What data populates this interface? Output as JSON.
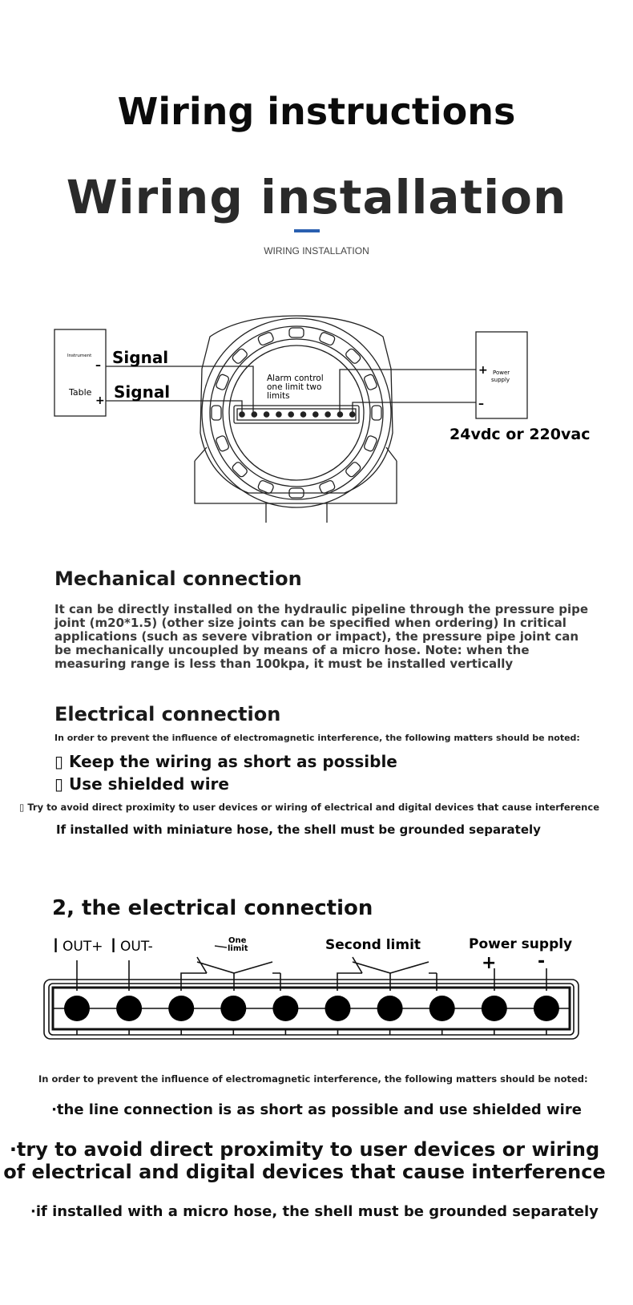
{
  "header": {
    "title": "Wiring instructions",
    "heading": "Wiring installation",
    "subheading": "WIRING INSTALLATION"
  },
  "diagram1": {
    "instrument": "Instrument",
    "table": "Table",
    "minus": "–",
    "plus": "+",
    "signal_top": "Signal",
    "signal_bottom": "Signal",
    "alarm_line1": "Alarm control",
    "alarm_line2": "one limit two",
    "alarm_line3": "limits",
    "power_line1": "Power",
    "power_line2": "supply",
    "power_plus": "+",
    "power_minus": "–",
    "voltage": "24vdc or 220vac"
  },
  "mechanical": {
    "heading": "Mechanical connection",
    "body_lines": [
      "It can be directly installed on the hydraulic pipeline through the pressure pipe",
      "joint (m20*1.5) (other size joints can be specified when ordering) In critical",
      "applications (such as severe vibration or impact), the pressure pipe joint can",
      "be mechanically uncoupled by means of a micro hose. Note: when the",
      "measuring range is less than 100kpa, it must be installed vertically"
    ]
  },
  "electrical": {
    "heading": "Electrical connection",
    "intro": "In order to prevent the influence of electromagnetic interference, the following matters should be noted:",
    "item1": "▯ Keep the wiring as short as possible",
    "item2": "▯ Use shielded wire",
    "item3": "▯ Try to avoid direct proximity to user devices or wiring of electrical and digital devices that cause interference",
    "item4": "If installed with miniature hose, the shell must be grounded separately"
  },
  "section2": {
    "heading": "2, the electrical connection",
    "iout_plus_i": "I",
    "iout_plus": "OUT+",
    "iout_minus_i": "I",
    "iout_minus": "OUT-",
    "one_limit_1": "One",
    "one_limit_2": "limit",
    "second_limit": "Second limit",
    "power_supply": "Power supply",
    "plus": "+",
    "minus": "-",
    "terminal_count": 10
  },
  "notes": {
    "intro": "In order to prevent the influence of electromagnetic interference, the following matters should be noted:",
    "line1": "·the line connection is as short as possible and use shielded wire",
    "line2a": "·try to avoid direct proximity to user devices or wiring",
    "line2b": "of electrical and digital devices that cause interference",
    "line3": "·if installed with a micro hose, the shell must be grounded separately"
  }
}
